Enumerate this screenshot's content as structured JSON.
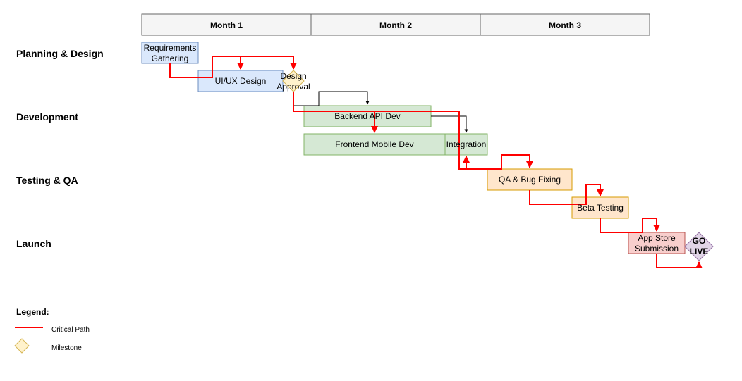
{
  "months": [
    "Month 1",
    "Month 2",
    "Month 3"
  ],
  "phases": [
    "Planning & Design",
    "Development",
    "Testing & QA",
    "Launch"
  ],
  "tasks": [
    {
      "id": "requirements",
      "lines": [
        "Requirements",
        "Gathering"
      ],
      "phase": "planning",
      "color": "blue"
    },
    {
      "id": "uiux",
      "lines": [
        "UI/UX Design"
      ],
      "phase": "planning",
      "color": "blue"
    },
    {
      "id": "backend",
      "lines": [
        "Backend API Dev"
      ],
      "phase": "development",
      "color": "green"
    },
    {
      "id": "frontend",
      "lines": [
        "Frontend Mobile Dev"
      ],
      "phase": "development",
      "color": "green"
    },
    {
      "id": "integration",
      "lines": [
        "Integration"
      ],
      "phase": "development",
      "color": "green"
    },
    {
      "id": "qa",
      "lines": [
        "QA & Bug Fixing"
      ],
      "phase": "testing",
      "color": "orange"
    },
    {
      "id": "beta",
      "lines": [
        "Beta Testing"
      ],
      "phase": "testing",
      "color": "orange"
    },
    {
      "id": "appstore",
      "lines": [
        "App Store",
        "Submission"
      ],
      "phase": "launch",
      "color": "red"
    }
  ],
  "milestones": [
    {
      "id": "design-approval",
      "lines": [
        "Design",
        "Approval"
      ],
      "color": "yellow"
    },
    {
      "id": "go-live",
      "lines": [
        "GO",
        "LIVE"
      ],
      "color": "purple"
    }
  ],
  "legend": {
    "title": "Legend:",
    "critical_path": "Critical Path",
    "milestone": "Milestone"
  },
  "colors": {
    "critical_path": "#ff0000",
    "dependency": "#000000",
    "blue_fill": "#dae8fc",
    "blue_stroke": "#6c8ebf",
    "green_fill": "#d5e8d4",
    "green_stroke": "#82b366",
    "orange_fill": "#ffe6cc",
    "orange_stroke": "#d79b00",
    "red_fill": "#f8cecc",
    "red_stroke": "#b85450",
    "yellow_fill": "#fff2cc",
    "yellow_stroke": "#d6b656",
    "purple_fill": "#e1d5e7",
    "purple_stroke": "#9673a6",
    "header_fill": "#f5f5f5",
    "header_stroke": "#666666"
  }
}
